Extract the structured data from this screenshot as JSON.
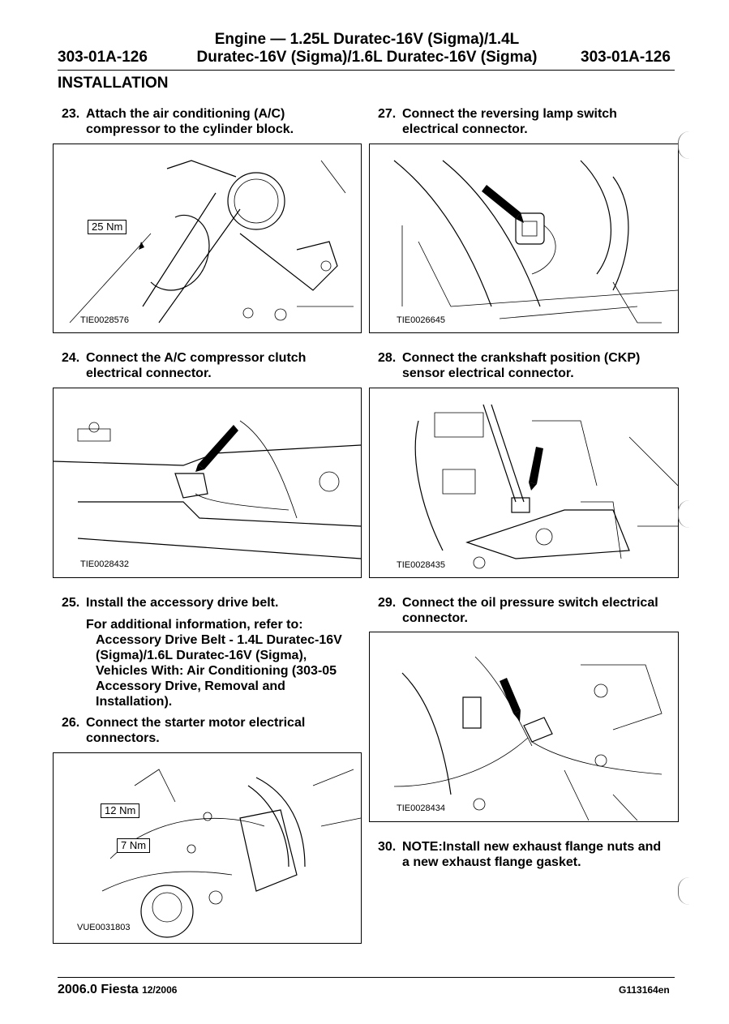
{
  "header": {
    "code_left": "303-01A-126",
    "code_right": "303-01A-126",
    "title_line1": "Engine — 1.25L Duratec-16V (Sigma)/1.4L",
    "title_line2": "Duratec-16V (Sigma)/1.6L Duratec-16V (Sigma)"
  },
  "section_title": "INSTALLATION",
  "steps": [
    {
      "num": "23.",
      "line1": "Attach the air conditioning (A/C)",
      "line2": "compressor to the cylinder block."
    },
    {
      "num": "24.",
      "line1": "Connect the A/C compressor clutch",
      "line2": "electrical connector."
    },
    {
      "num": "25.",
      "line1": "Install the accessory drive belt."
    },
    {
      "num": "26.",
      "line1": "Connect the starter motor electrical",
      "line2": "connectors."
    },
    {
      "num": "27.",
      "line1": "Connect the reversing lamp switch",
      "line2": "electrical connector."
    },
    {
      "num": "28.",
      "line1": "Connect the crankshaft position (CKP)",
      "line2": "sensor electrical connector."
    },
    {
      "num": "29.",
      "line1": "Connect the oil pressure switch electrical",
      "line2": "connector."
    },
    {
      "num": "30.",
      "line1": "NOTE:Install new exhaust flange nuts and",
      "line2": "a new exhaust flange gasket."
    }
  ],
  "reference": {
    "intro": "For additional information, refer to:",
    "lines": [
      "Accessory Drive Belt - 1.4L Duratec-16V",
      "(Sigma)/1.6L Duratec-16V (Sigma),",
      "Vehicles With: Air Conditioning (303-05",
      "Accessory Drive, Removal and",
      "Installation)."
    ]
  },
  "figures": {
    "fig23": {
      "id": "TIE0028576",
      "torque": "25 Nm"
    },
    "fig24": {
      "id": "TIE0028432"
    },
    "fig26": {
      "id": "VUE0031803",
      "torque1": "12 Nm",
      "torque2": "7 Nm"
    },
    "fig27": {
      "id": "TIE0026645"
    },
    "fig28": {
      "id": "TIE0028435"
    },
    "fig29": {
      "id": "TIE0028434"
    }
  },
  "footer": {
    "left_main": "2006.0 Fiesta",
    "left_date": "12/2006",
    "right": "G113164en"
  }
}
